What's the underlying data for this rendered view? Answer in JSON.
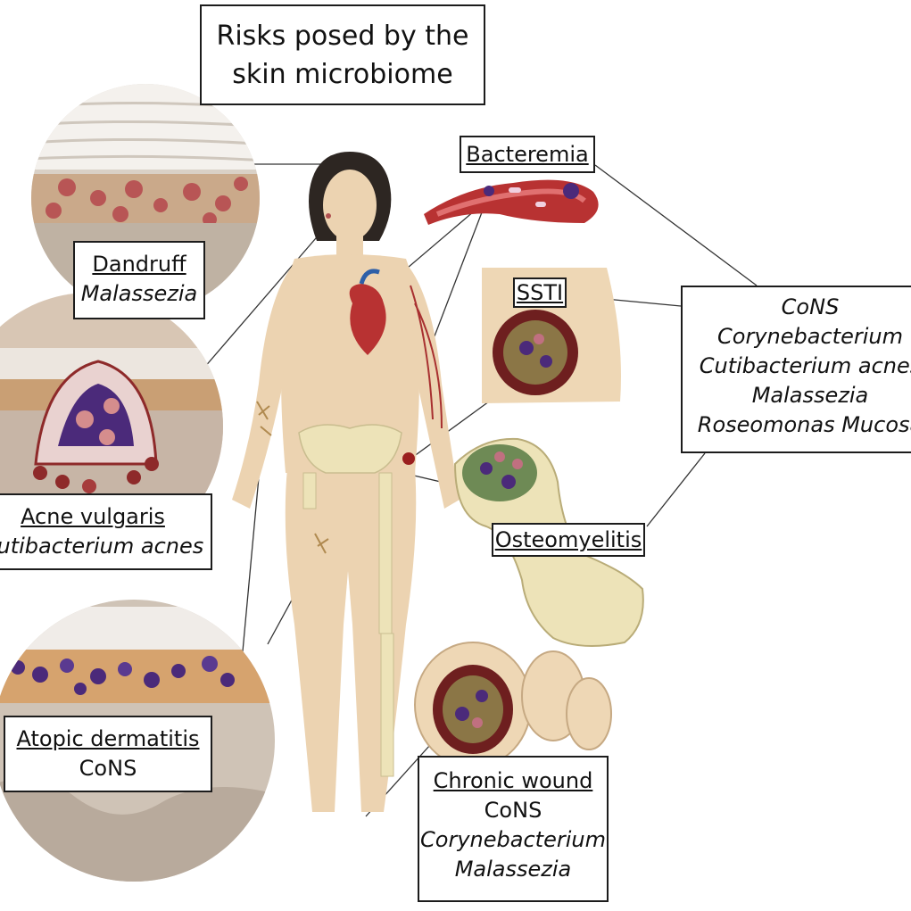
{
  "title": {
    "line1": "Risks posed by the",
    "line2": "skin microbiome"
  },
  "dandruff": {
    "label": "Dandruff",
    "organism": "Malassezia"
  },
  "acne": {
    "label": "Acne vulgaris",
    "organism": "Cutibacterium acnes"
  },
  "atopic": {
    "label": "Atopic dermatitis",
    "organism": "CoNS"
  },
  "bacteremia": {
    "label": "Bacteremia"
  },
  "ssti": {
    "label": "SSTI"
  },
  "shared_organisms": [
    "CoNS",
    "Corynebacterium",
    "Cutibacterium acnes",
    "Malassezia",
    "Roseomonas Mucosa"
  ],
  "osteomyelitis": {
    "label": "Osteomyelitis"
  },
  "chronic_wound": {
    "label": "Chronic wound",
    "organisms": [
      "CoNS",
      "Corynebacterium",
      "Malassezia"
    ]
  },
  "colors": {
    "skin": "#ecd3b1",
    "bone": "#ede3b8",
    "blood_vessel": "#c23a3a",
    "bacteria_purple": "#4b2a7a",
    "tissue_red": "#8e2a2a",
    "hair": "#2d2622",
    "box_border": "#1c1c1c"
  }
}
